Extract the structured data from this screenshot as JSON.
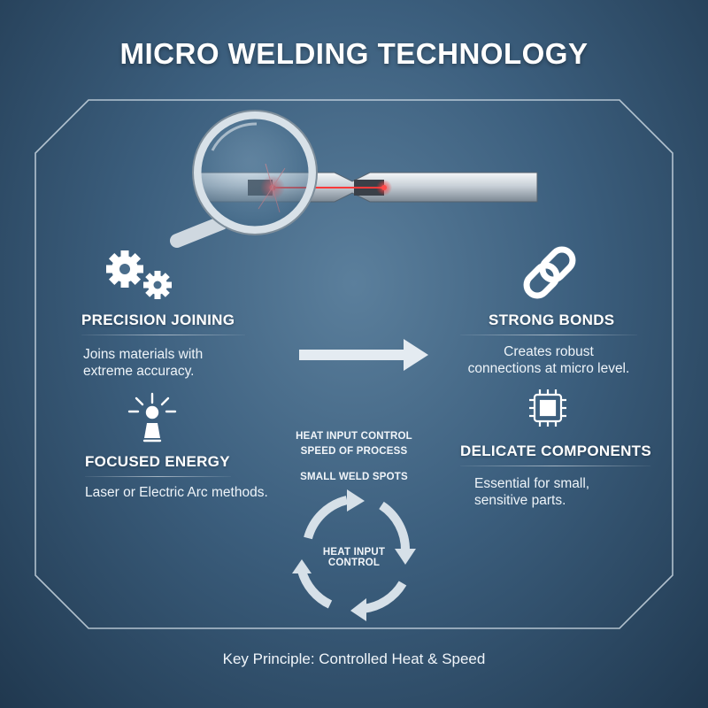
{
  "title": "MICRO WELDING TECHNOLOGY",
  "left": {
    "precision": {
      "heading": "PRECISION JOINING",
      "text_line1": "Joins materials with",
      "text_line2": "extreme accuracy.",
      "icon": "gears-icon"
    },
    "focused": {
      "heading": "FOCUSED ENERGY",
      "text": "Laser or Electric Arc methods.",
      "icon": "energy-emitter-icon"
    }
  },
  "right": {
    "strong": {
      "heading": "STRONG BONDS",
      "text_line1": "Creates robust",
      "text_line2": "connections at micro level.",
      "icon": "chain-link-icon"
    },
    "delicate": {
      "heading": "DELICATE COMPONENTS",
      "text_line1": "Essential for small,",
      "text_line2": "sensitive parts.",
      "icon": "microchip-icon"
    }
  },
  "center": {
    "label_1": "HEAT INPUT CONTROL",
    "label_2": "SPEED OF PROCESS",
    "label_3": "SMALL WELD SPOTS",
    "cycle_line1": "HEAT INPUT",
    "cycle_line2": "CONTROL"
  },
  "footer": "Key Principle: Controlled Heat & Speed",
  "colors": {
    "laser": "#ff3b3b",
    "frame": "#dfe9f2"
  }
}
